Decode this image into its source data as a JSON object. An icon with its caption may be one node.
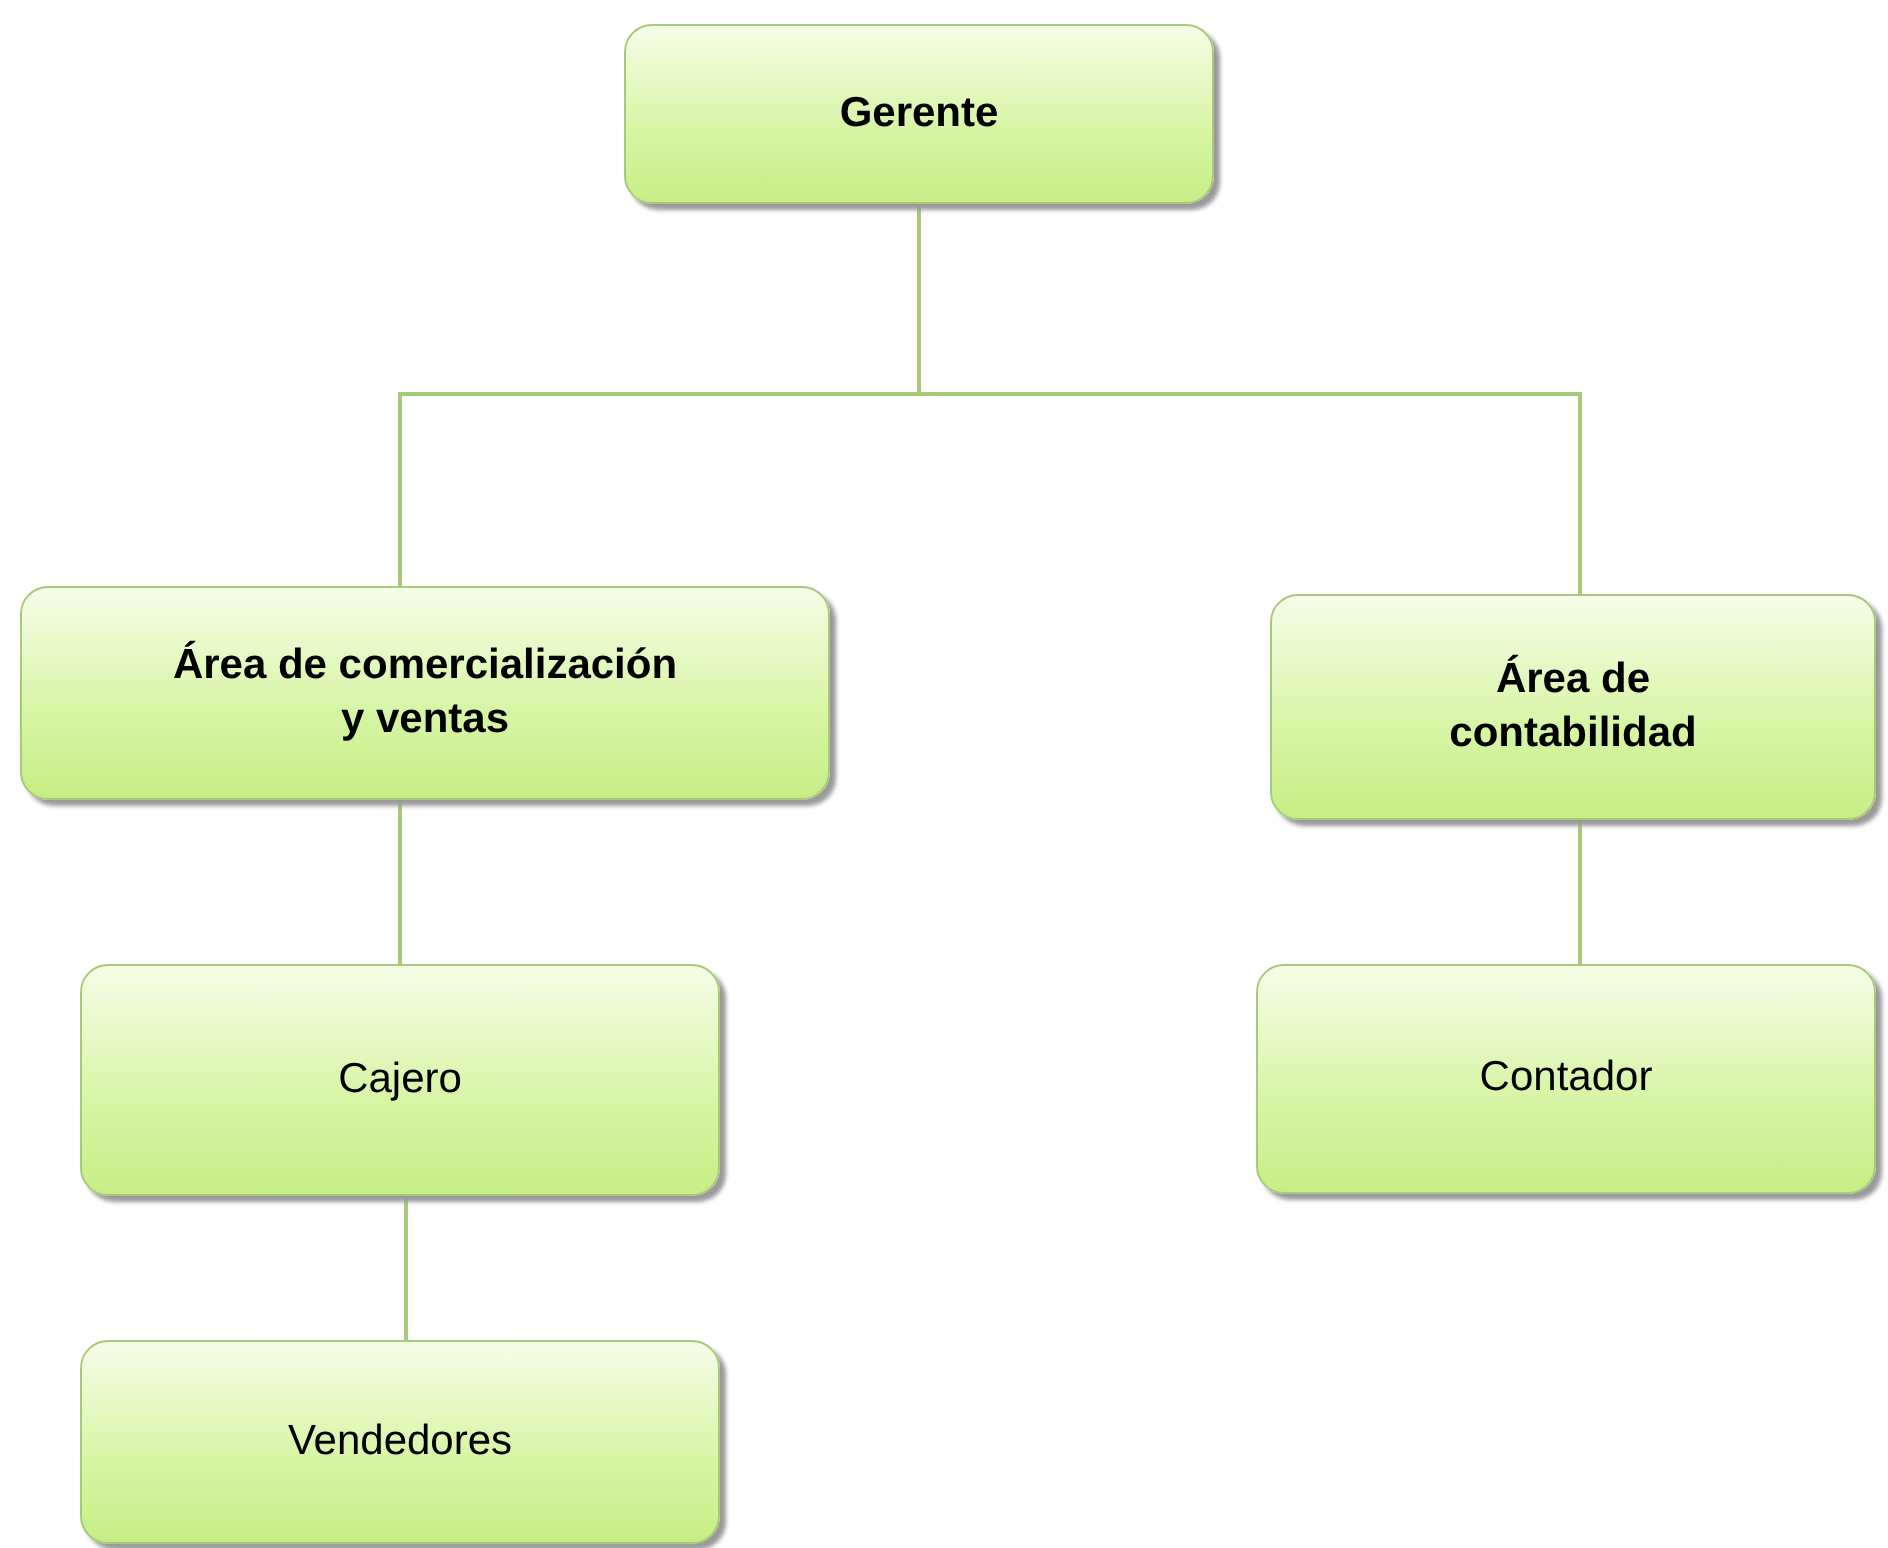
{
  "diagram": {
    "nodes": [
      {
        "text": [
          "Gerente"
        ]
      },
      {
        "text": [
          "Área de comercialización y ventas"
        ]
      },
      {
        "text": [
          "Área de contabilidad"
        ]
      },
      {
        "text": [
          "Cajero"
        ]
      },
      {
        "text": [
          "Contador"
        ]
      },
      {
        "text": [
          "Vendedores"
        ]
      }
    ],
    "edges": [
      {
        "from": 0,
        "to": 1,
        "arrow": "none"
      },
      {
        "from": 0,
        "to": 2,
        "arrow": "none"
      },
      {
        "from": 1,
        "to": 3,
        "arrow": "none"
      },
      {
        "from": 2,
        "to": 4,
        "arrow": "none"
      },
      {
        "from": 3,
        "to": 5,
        "arrow": "none"
      }
    ]
  }
}
